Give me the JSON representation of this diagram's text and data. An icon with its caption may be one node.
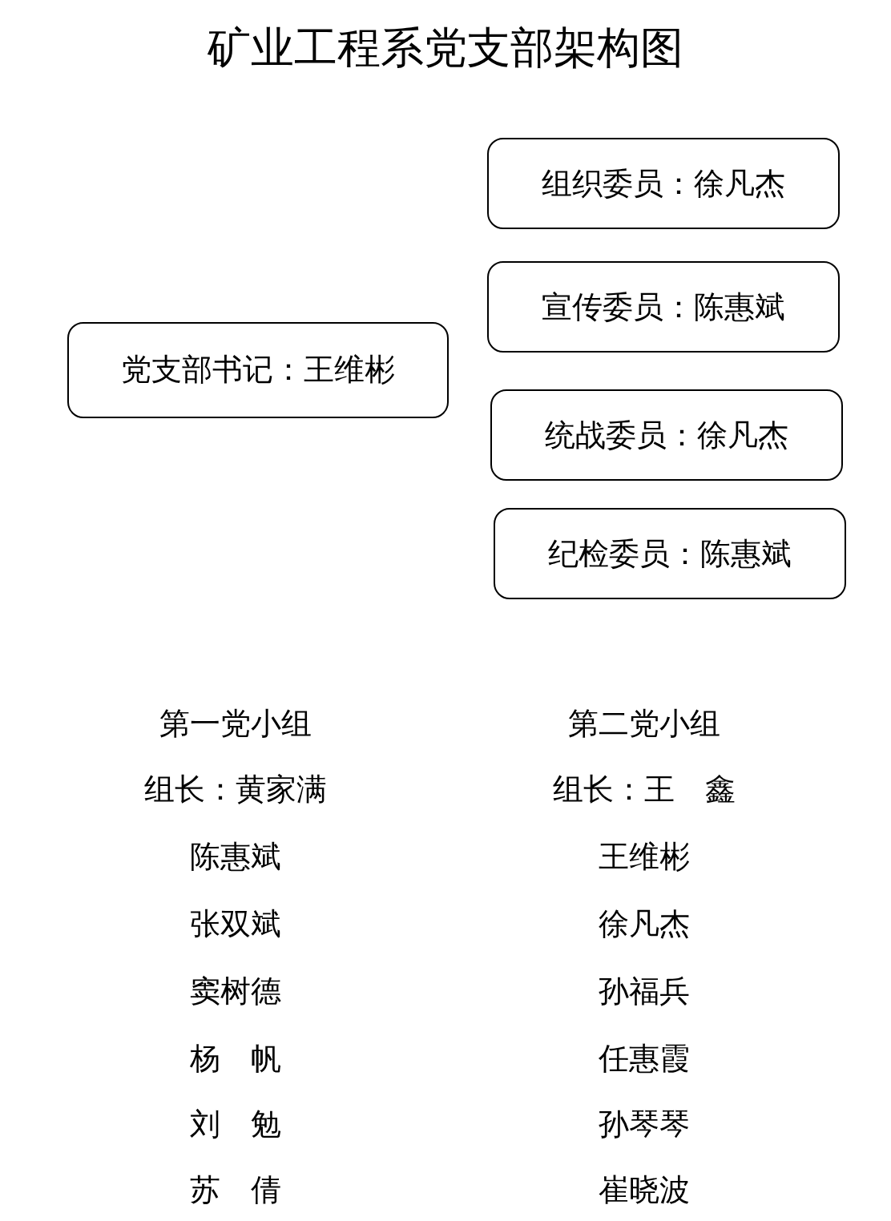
{
  "diagram": {
    "title": "矿业工程系党支部架构图",
    "nodes": [
      {
        "text": [
          "组织委员：徐凡杰"
        ]
      },
      {
        "text": [
          "宣传委员：陈惠斌"
        ]
      },
      {
        "text": [
          "党支部书记：王维彬"
        ]
      },
      {
        "text": [
          "统战委员：徐凡杰"
        ]
      },
      {
        "text": [
          "纪检委员：陈惠斌"
        ]
      }
    ],
    "labels": [
      "第一党小组",
      "第二党小组",
      "组长：黄家满",
      "组长：王　鑫",
      "陈惠斌",
      "王维彬",
      "张双斌",
      "徐凡杰",
      "窦树德",
      "孙福兵",
      "杨　帆",
      "任惠霞",
      "刘　勉",
      "孙琴琴",
      "苏　倩",
      "崔晓波"
    ]
  }
}
